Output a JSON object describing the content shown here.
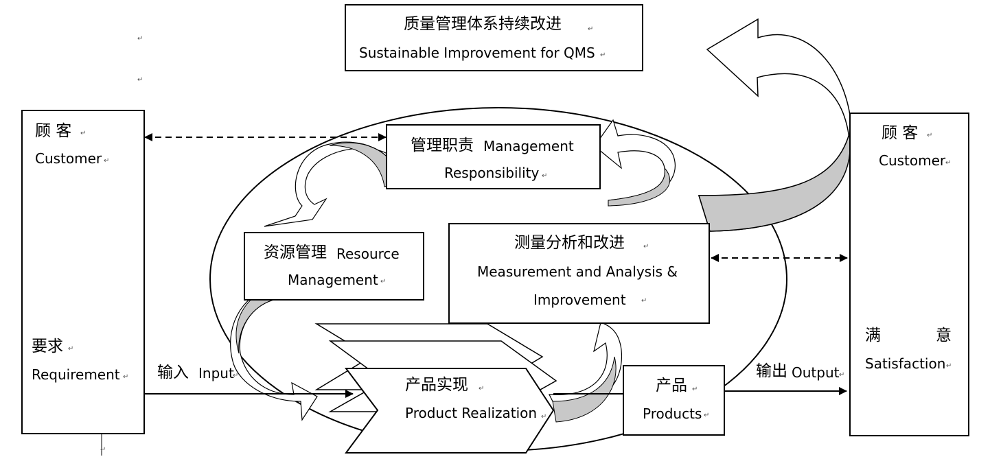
{
  "qms": {
    "zh": "质量管理体系持续改进",
    "en": "Sustainable Improvement for QMS"
  },
  "left_customer": {
    "zh": "顾 客",
    "en": "Customer"
  },
  "requirement": {
    "zh": "要求",
    "en": "Requirement"
  },
  "input": {
    "zh": "输入",
    "en": "Input"
  },
  "management": {
    "zh": "管理职责",
    "en1": "Management",
    "en2": "Responsibility"
  },
  "resource": {
    "zh": "资源管理",
    "en1": "Resource",
    "en2": "Management"
  },
  "measurement": {
    "zh": "测量分析和改进",
    "en1": "Measurement and Analysis &",
    "en2": "Improvement"
  },
  "realization": {
    "zh": "产品实现",
    "en": "Product Realization"
  },
  "products": {
    "zh": "产品",
    "en": "Products"
  },
  "output": {
    "zh": "输出",
    "en": "Output"
  },
  "right_customer": {
    "zh": "顾 客",
    "en": "Customer"
  },
  "satisfaction": {
    "zh1": "满",
    "zh2": "意",
    "en": "Satisfaction"
  },
  "para_mark": "↵"
}
